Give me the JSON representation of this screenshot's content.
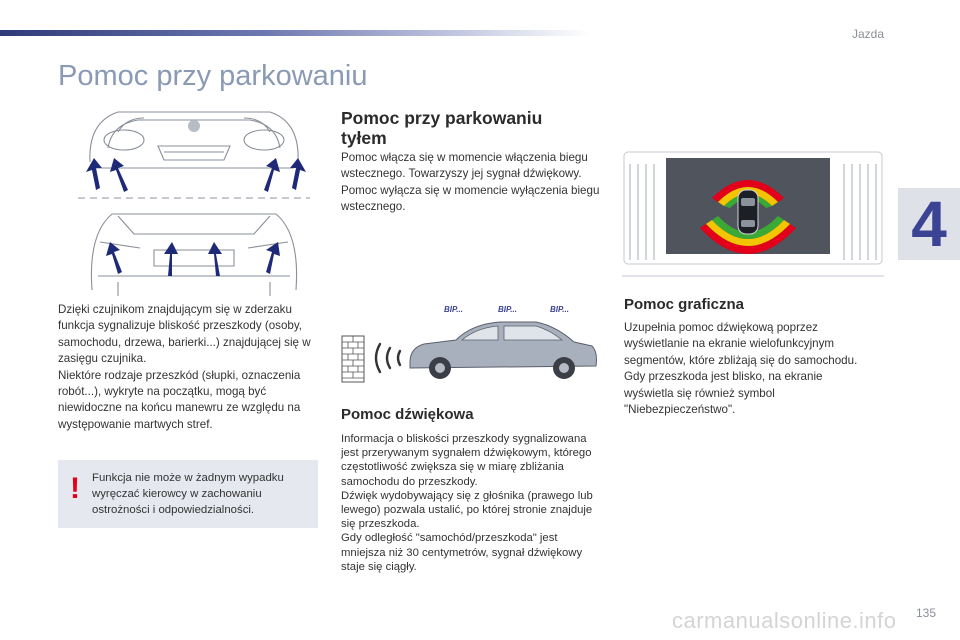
{
  "header": {
    "section": "Jazda",
    "chapter": "4"
  },
  "page": {
    "title": "Pomoc przy parkowaniu",
    "number": "135"
  },
  "left": {
    "body": "Dzięki czujnikom znajdującym się w zderzaku funkcja sygnalizuje bliskość przeszkody (osoby, samochodu, drzewa, barierki...) znajdującej się w zasięgu czujnika.\nNiektóre rodzaje przeszkód (słupki, oznaczenia robót...), wykryte na początku, mogą być niewidoczne na końcu manewru ze względu na występowanie martwych stref.",
    "warning": "Funkcja nie może w żadnym wypadku wyręczać kierowcy w zachowaniu ostrożności i odpowiedzialności."
  },
  "middle": {
    "heading": "Pomoc przy parkowaniu tyłem",
    "body": "Pomoc włącza się w momencie włączenia biegu wstecznego. Towarzyszy jej sygnał dźwiękowy.\nPomoc wyłącza się w momencie wyłączenia biegu wstecznego.",
    "beeps": [
      "BIP...",
      "BIP...",
      "BIP..."
    ],
    "sound_heading": "Pomoc dźwiękowa",
    "sound_body": "Informacja o bliskości przeszkody sygnalizowana jest przerywanym sygnałem dźwiękowym, którego częstotliwość zwiększa się w miarę zbliżania samochodu do przeszkody.\nDźwięk wydobywający się z głośnika (prawego lub lewego) pozwala ustalić, po której stronie znajduje się przeszkoda.\nGdy odległość \"samochód/przeszkoda\" jest mniejsza niż 30 centymetrów, sygnał dźwiękowy staje się ciągły."
  },
  "right": {
    "heading": "Pomoc graficzna",
    "body": "Uzupełnia pomoc dźwiękową poprzez wyświetlanie na ekranie wielofunkcyjnym segmentów, które zbliżają się do samochodu. Gdy przeszkoda jest blisko, na ekranie wyświetla się również symbol \"Niebezpieczeństwo\"."
  },
  "footer": {
    "watermark": "carmanualsonline.info"
  },
  "colors": {
    "accent": "#3b4494",
    "title": "#8a9ab5",
    "warning": "#e2001a",
    "segment_green": "#3aa935",
    "segment_yellow": "#f2c500",
    "segment_red": "#e2001a"
  }
}
